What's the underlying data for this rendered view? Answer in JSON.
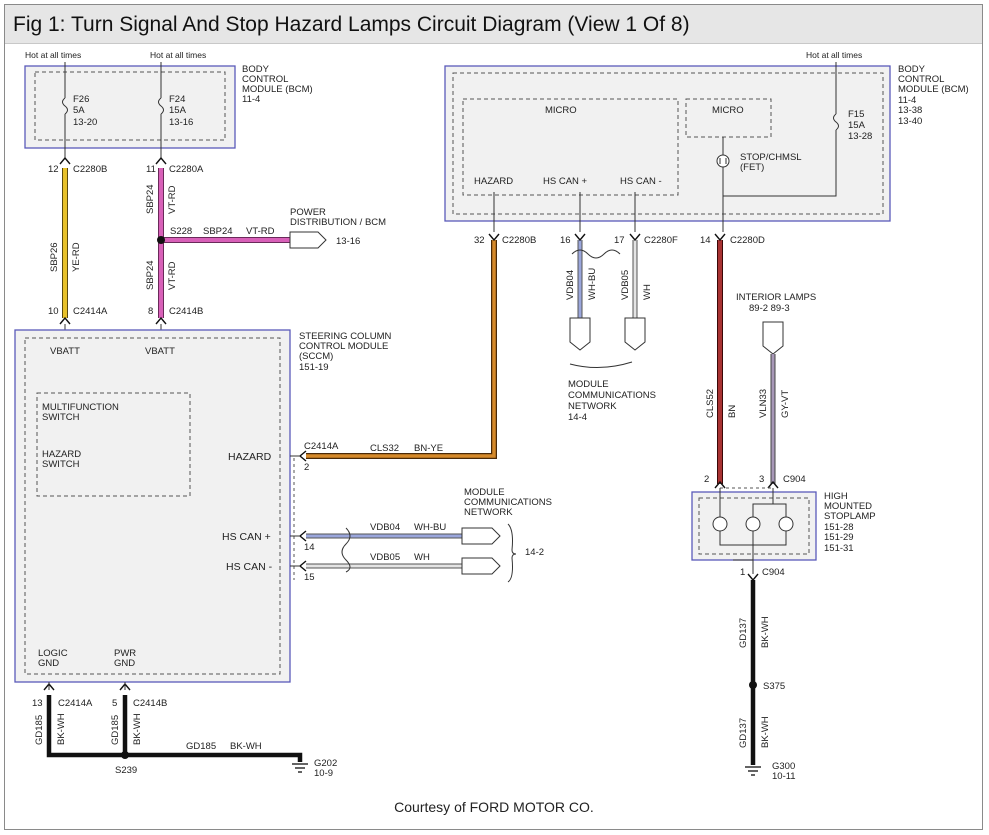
{
  "title": "Fig 1: Turn Signal And Stop Hazard Lamps Circuit Diagram (View 1 Of 8)",
  "credit": "Courtesy of FORD MOTOR CO.",
  "colors": {
    "ye_rd": "#e8c12a",
    "vt_rd": "#d860b8",
    "bn_ye": "#b8640e",
    "bn": "#9a2a2a",
    "wh_bu": "#9aa6dc",
    "wh": "#b8b8b8",
    "gy_vt": "#9c8ca8",
    "bk_wh": "#111111",
    "module_border": "#5a5aba",
    "module_fill": "#f1f1f1"
  },
  "labels": {
    "hot1": "Hot at all times",
    "hot2": "Hot at all times",
    "hot3": "Hot at all times",
    "bcm_left_1": "BODY",
    "bcm_left_2": "CONTROL",
    "bcm_left_3": "MODULE (BCM)",
    "bcm_left_4": "11-4",
    "f26_1": "F26",
    "f26_2": "5A",
    "f26_3": "13-20",
    "f24_1": "F24",
    "f24_2": "15A",
    "f24_3": "13-16",
    "pin12": "12",
    "c2280b_a": "C2280B",
    "pin11": "11",
    "c2280a": "C2280A",
    "sbp24_a": "SBP24",
    "vtrd_a": "VT-RD",
    "s228": "S228",
    "sbp24_h": "SBP24",
    "vtrd_h": "VT-RD",
    "pd_1": "POWER",
    "pd_2": "DISTRIBUTION / BCM",
    "pd_3": "13-16",
    "sbp26": "SBP26",
    "yerd": "YE-RD",
    "sbp24_b": "SBP24",
    "vtrd_b": "VT-RD",
    "pin10": "10",
    "c2414a_a": "C2414A",
    "pin8": "8",
    "c2414b_a": "C2414B",
    "sccm_1": "STEERING COLUMN",
    "sccm_2": "CONTROL MODULE",
    "sccm_3": "(SCCM)",
    "sccm_4": "151-19",
    "vbatt1": "VBATT",
    "vbatt2": "VBATT",
    "mfs_1": "MULTIFUNCTION",
    "mfs_2": "SWITCH",
    "hz_1": "HAZARD",
    "hz_2": "SWITCH",
    "hazard_pin": "HAZARD",
    "c2414a_b": "C2414A",
    "pin2a": "2",
    "cls32": "CLS32",
    "bnye": "BN-YE",
    "mcn_1": "MODULE",
    "mcn_2": "COMMUNICATIONS",
    "mcn_3": "NETWORK",
    "hscanp": "HS CAN +",
    "hscanm": "HS CAN -",
    "vdb04_h": "VDB04",
    "whbu_h": "WH-BU",
    "vdb05_h": "VDB05",
    "wh_h": "WH",
    "pin14a": "14",
    "pin15": "15",
    "ref142": "14-2",
    "logic_1": "LOGIC",
    "logic_2": "GND",
    "pwr_1": "PWR",
    "pwr_2": "GND",
    "pin13": "13",
    "c2414a_c": "C2414A",
    "pin5": "5",
    "c2414b_b": "C2414B",
    "gd185_v1": "GD185",
    "bkwh_v1": "BK-WH",
    "gd185_v2": "GD185",
    "bkwh_v2": "BK-WH",
    "gd185_h": "GD185",
    "bkwh_h": "BK-WH",
    "s239": "S239",
    "g202": "G202",
    "g202_ref": "10-9",
    "bcm_right_1": "BODY",
    "bcm_right_2": "CONTROL",
    "bcm_right_3": "MODULE (BCM)",
    "bcm_right_4": "11-4",
    "bcm_right_5": "13-38",
    "bcm_right_6": "13-40",
    "micro1": "MICRO",
    "micro2": "MICRO",
    "hazard_r": "HAZARD",
    "hscanp_r": "HS CAN +",
    "hscanm_r": "HS CAN -",
    "stop_1": "STOP/CHMSL",
    "stop_2": "(FET)",
    "f15_1": "F15",
    "f15_2": "15A",
    "f15_3": "13-28",
    "pin32": "32",
    "c2280b_b": "C2280B",
    "pin16": "16",
    "pin17": "17",
    "c2280f": "C2280F",
    "pin14b": "14",
    "c2280d": "C2280D",
    "vdb04_v": "VDB04",
    "whbu_v": "WH-BU",
    "vdb05_v": "VDB05",
    "wh_v": "WH",
    "mcn2_1": "MODULE",
    "mcn2_2": "COMMUNICATIONS",
    "mcn2_3": "NETWORK",
    "mcn2_4": "14-4",
    "int_1": "INTERIOR LAMPS",
    "int_2": "89-2  89-3",
    "cls52": "CLS52",
    "bn": "BN",
    "vln33": "VLN33",
    "gyvt": "GY-VT",
    "pin2b": "2",
    "pin3": "3",
    "c904_a": "C904",
    "hms_1": "HIGH",
    "hms_2": "MOUNTED",
    "hms_3": "STOPLAMP",
    "hms_4": "151-28",
    "hms_5": "151-29",
    "hms_6": "151-31",
    "pin1": "1",
    "c904_b": "C904",
    "gd137_a": "GD137",
    "bkwh_a": "BK-WH",
    "s375": "S375",
    "gd137_b": "GD137",
    "bkwh_b": "BK-WH",
    "g300": "G300",
    "g300_ref": "10-11"
  }
}
